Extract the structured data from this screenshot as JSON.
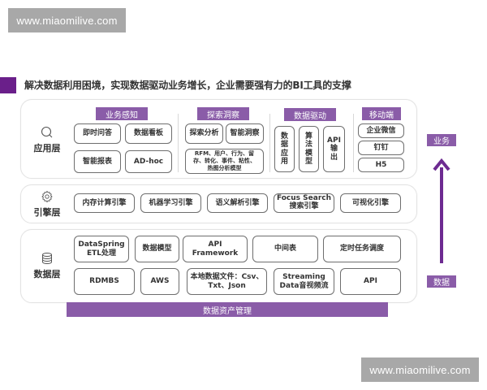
{
  "watermarks": {
    "top": "www.miaomilive.com",
    "bottom": "www.miaomilive.com"
  },
  "title": "解决数据利用困境，实现数据驱动业务增长，企业需要强有力的BI工具的支撑",
  "colors": {
    "accent_dark": "#6a1f8a",
    "accent_tag": "#8a5ca8",
    "box_border": "#6e6e6e",
    "watermark_bg": "#a8a8a8"
  },
  "layers": {
    "application": {
      "label": "应用层",
      "icon": "search-icon",
      "groups": {
        "perception": {
          "tag": "业务感知",
          "items": [
            "即时问答",
            "数据看板",
            "智能报表",
            "AD-hoc"
          ]
        },
        "exploration": {
          "tag": "探索洞察",
          "items": [
            "探索分析",
            "智能洞察"
          ],
          "models_line1": "RFM、用户、行为、留",
          "models_line2": "存、转化、事件、粘性、",
          "models_line3": "热图分析模型"
        },
        "data_driven": {
          "tag": "数据驱动",
          "items": [
            {
              "chars": [
                "数",
                "据",
                "应",
                "用"
              ]
            },
            {
              "chars": [
                "算",
                "法",
                "模",
                "型"
              ]
            },
            {
              "chars": [
                "API",
                "输",
                "出"
              ]
            }
          ]
        },
        "mobile": {
          "tag": "移动端",
          "items": [
            "企业微信",
            "钉钉",
            "H5"
          ]
        }
      }
    },
    "engine": {
      "label": "引擎层",
      "icon": "gear-icon",
      "items": [
        "内存计算引擎",
        "机器学习引擎",
        "语义解析引擎",
        "可视化引擎"
      ],
      "focus_search_line1": "Focus Search",
      "focus_search_line2": "搜索引擎"
    },
    "data": {
      "label": "数据层",
      "icon": "database-icon",
      "row1": {
        "dataspring_line1": "DataSpring",
        "dataspring_line2": "ETL处理",
        "items": [
          "数据模型",
          "API Framework",
          "中间表",
          "定时任务调度"
        ]
      },
      "row2": {
        "items": [
          "RDMBS",
          "AWS",
          "API"
        ],
        "local_line1": "本地数据文件：Csv、",
        "local_line2": "Txt、Json",
        "stream_line1": "Streaming",
        "stream_line2": "Data音视频流"
      }
    }
  },
  "asset_management": "数据资产管理",
  "flow": {
    "top": "业务",
    "bottom": "数据",
    "arrow": "arrow-up-icon"
  }
}
